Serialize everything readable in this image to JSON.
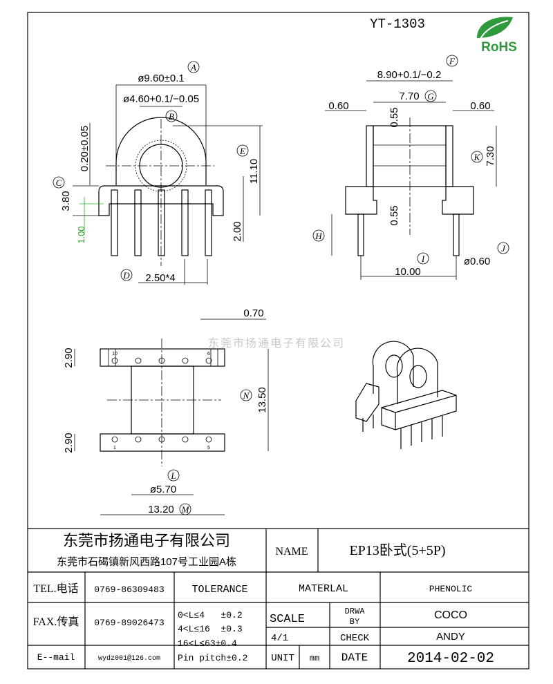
{
  "title": "YT-1303",
  "rohs_logo": "RoHS",
  "watermark": "东莞市扬通电子有限公司",
  "front_view": {
    "dim_outer_dia": "ø9.60±0.1",
    "dim_inner_dia": "ø4.60+0.1/−0.05",
    "dim_wall": "0.20±0.05",
    "dim_base": "3.80",
    "dim_green": "1.00",
    "dim_height": "11.10",
    "dim_pin_offset": "2.00",
    "dim_pitch": "2.50*4",
    "markers": [
      "A",
      "B",
      "C",
      "D",
      "E"
    ]
  },
  "side_view": {
    "dim_total": "8.90+0.1/−0.2",
    "dim_inner": "7.70",
    "dim_left_flange": "0.60",
    "dim_right_flange": "0.60",
    "dim_gap_top": "0.55",
    "dim_gap_bottom": "0.55",
    "dim_winding": "7.30",
    "dim_pin_span": "10.00",
    "dim_pin_dia": "ø0.60",
    "markers": [
      "F",
      "G",
      "K",
      "H",
      "I",
      "J"
    ]
  },
  "top_view": {
    "dim_pin_offset": "0.70",
    "dim_top_flange": "2.90",
    "dim_bottom_flange": "2.90",
    "dim_length": "13.50",
    "dim_core_dia": "ø5.70",
    "dim_width": "13.20",
    "pin_labels": [
      "10",
      "6",
      "1",
      "5"
    ],
    "markers": [
      "L",
      "M",
      "N"
    ]
  },
  "title_block": {
    "company": "东莞市扬通电子有限公司",
    "address": "东莞市石碣镇新风西路107号工业园A栋",
    "name_label": "NAME",
    "name_value": "EP13卧式(5+5P)",
    "tel_label": "TEL.电话",
    "tel_value": "0769-86309483",
    "fax_label": "FAX.传真",
    "fax_value": "0769-89026473",
    "email_label": "E--mail",
    "email_value": "wydz001@126.com",
    "tolerance_label": "TOLERANCE",
    "tolerances": [
      "0<L≤4   ±0.2",
      "4<L≤16  ±0.3",
      "16<L≤63±0.4",
      "Pin pitch±0.2"
    ],
    "material_label": "MATERLAL",
    "material_value": "PHENOLIC",
    "scale_label": "SCALE",
    "scale_value": "4/1",
    "drawn_label_1": "DRWA",
    "drawn_label_2": "BY",
    "drawn_value": "COCO",
    "check_label": "CHECK",
    "check_value": "ANDY",
    "unit_label": "UNIT",
    "unit_value": "mm",
    "date_label": "DATE",
    "date_value": "2014-02-02"
  }
}
